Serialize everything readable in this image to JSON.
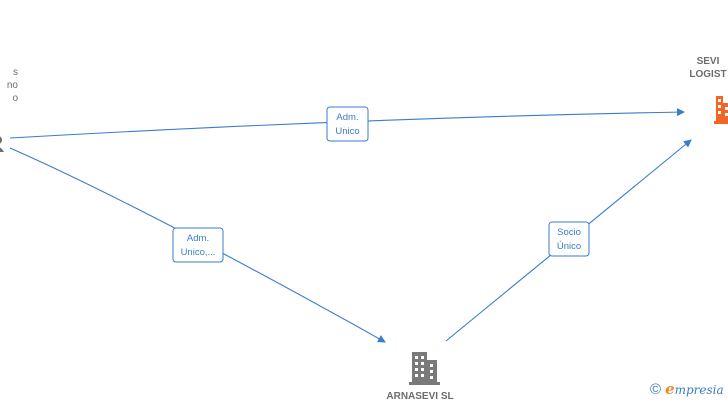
{
  "nodes": {
    "person": {
      "label_lines": [
        "s",
        "no",
        "o"
      ],
      "icon": "person-icon"
    },
    "company_right": {
      "label_lines": [
        "SEVI",
        "LOGIST"
      ],
      "icon": "building-icon",
      "color": "#f26522"
    },
    "company_bottom": {
      "label": "ARNASEVI SL",
      "icon": "building-icon",
      "color": "#7a7a7a"
    }
  },
  "edges": [
    {
      "from": "person",
      "to": "company_right",
      "label_lines": [
        "Adm.",
        "Unico"
      ]
    },
    {
      "from": "person",
      "to": "company_bottom",
      "label_lines": [
        "Adm.",
        "Unico,..."
      ]
    },
    {
      "from": "company_bottom",
      "to": "company_right",
      "label_lines": [
        "Socio",
        "Único"
      ]
    }
  ],
  "watermark": {
    "copyright": "©",
    "brand_initial": "e",
    "brand_rest": "mpresia"
  },
  "colors": {
    "edge": "#3a7dc9",
    "node_text": "#6d6d6d"
  }
}
